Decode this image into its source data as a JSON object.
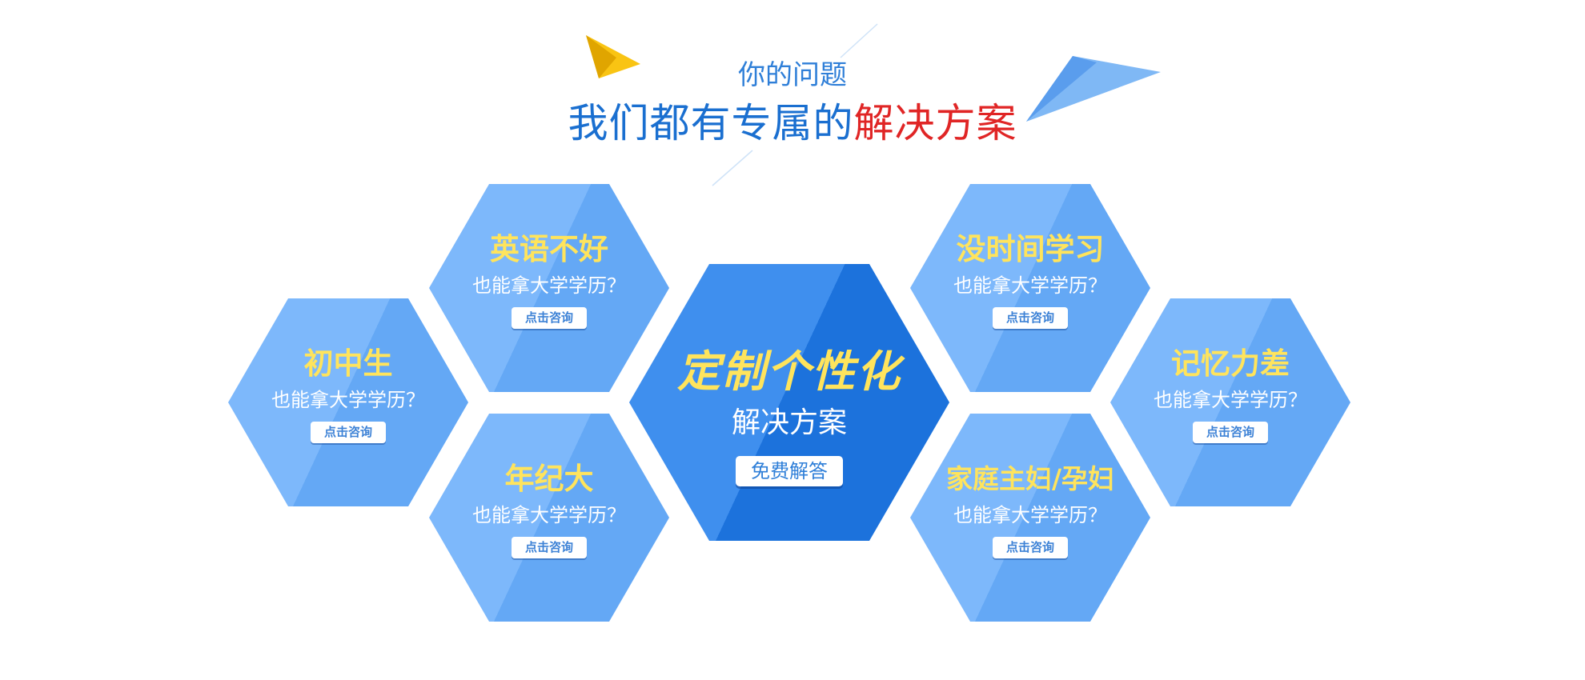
{
  "header": {
    "subtitle": "你的问题",
    "title_main": "我们都有专属的",
    "title_accent": "解决方案"
  },
  "center": {
    "title": "定制个性化",
    "text": "解决方案",
    "button": "免费解答"
  },
  "cards": [
    {
      "title": "初中生",
      "text": "也能拿大学学历？",
      "button": "点击咨询"
    },
    {
      "title": "英语不好",
      "text": "也能拿大学学历？",
      "button": "点击咨询"
    },
    {
      "title": "年纪大",
      "text": "也能拿大学学历？",
      "button": "点击咨询"
    },
    {
      "title": "没时间学习",
      "text": "也能拿大学学历？",
      "button": "点击咨询"
    },
    {
      "title": "家庭主妇/孕妇",
      "text": "也能拿大学学历？",
      "button": "点击咨询"
    },
    {
      "title": "记忆力差",
      "text": "也能拿大学学历？",
      "button": "点击咨询"
    }
  ],
  "colors": {
    "hex_light": "#7db8fb",
    "hex_dark": "#64a8f5",
    "center_light": "#3f8fee",
    "center_dark": "#1c72dc",
    "title_blue": "#1a6fd0",
    "title_red": "#e02525",
    "highlight_yellow": "#ffe45c"
  }
}
